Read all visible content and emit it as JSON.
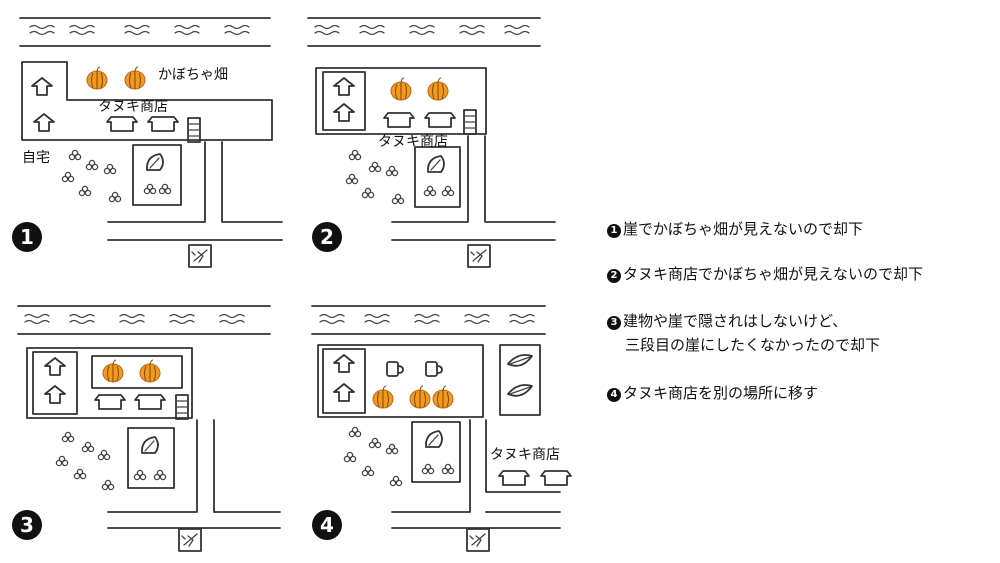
{
  "labels": {
    "pumpkin_field": "かぼちゃ畑",
    "shop": "タヌキ商店",
    "home": "自宅"
  },
  "panels": [
    {
      "number": "1"
    },
    {
      "number": "2"
    },
    {
      "number": "3"
    },
    {
      "number": "4"
    }
  ],
  "legend": {
    "item1": {
      "num": "1",
      "text": "崖でかぼちゃ畑が見えないので却下"
    },
    "item2": {
      "num": "2",
      "text": "タヌキ商店でかぼちゃ畑が見えないので却下"
    },
    "item3": {
      "num": "3",
      "line1": "建物や崖で隠されはしないけど、",
      "line2": "三段目の崖にしたくなかったので却下"
    },
    "item4": {
      "num": "4",
      "text": "タヌキ商店を別の場所に移す"
    }
  },
  "icons": [
    "river-wave-icon",
    "house-icon",
    "pumpkin-icon",
    "shop-icon",
    "stairs-icon",
    "flower-icon",
    "leaf-icon",
    "airport-icon",
    "mug-icon",
    "bamboo-icon"
  ],
  "colors": {
    "pumpkin": "#f39a1e",
    "ink": "#333333"
  }
}
